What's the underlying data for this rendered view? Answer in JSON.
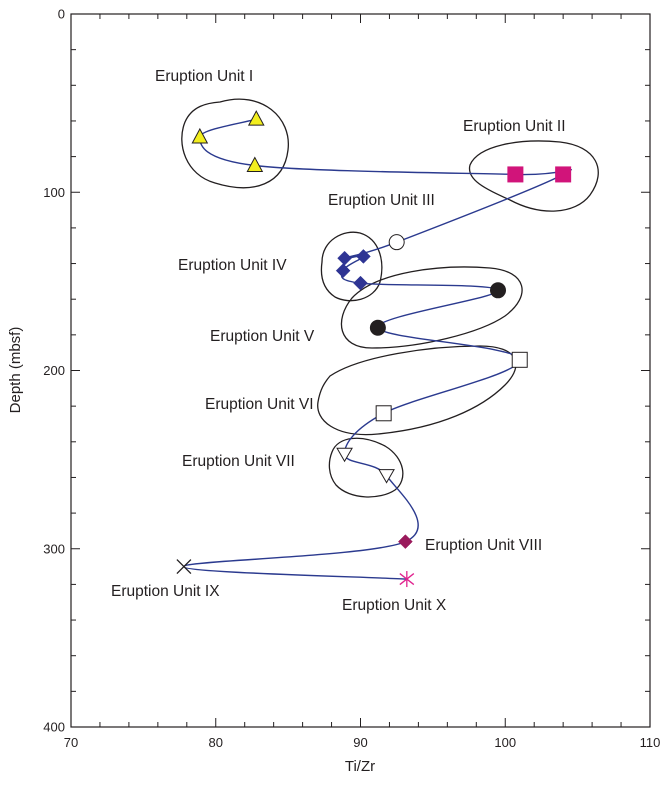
{
  "chart_data": {
    "type": "scatter",
    "xlabel": "Ti/Zr",
    "ylabel": "Depth (mbsf)",
    "xlim": [
      70,
      110
    ],
    "ylim": [
      0,
      400
    ],
    "y_inverted": true,
    "x_ticks": [
      "70",
      "80",
      "90",
      "100",
      "110"
    ],
    "y_ticks": [
      "0",
      "100",
      "200",
      "300",
      "400"
    ],
    "grid": false,
    "colors": {
      "line": "#2b3a8f",
      "yellow": "#f2ee1e",
      "magenta": "#d1147a",
      "blue": "#2e3494",
      "dark": "#231f20",
      "maroon": "#9a1a5c",
      "pink": "#e0228e"
    },
    "trace": [
      [
        82.8,
        59
      ],
      [
        78.9,
        69
      ],
      [
        82.7,
        85
      ],
      [
        100.7,
        90
      ],
      [
        104.0,
        90
      ],
      [
        92.5,
        128
      ],
      [
        88.9,
        137
      ],
      [
        90.2,
        136
      ],
      [
        88.8,
        144
      ],
      [
        90.0,
        151
      ],
      [
        99.5,
        155
      ],
      [
        91.2,
        176
      ],
      [
        101.0,
        194
      ],
      [
        91.6,
        224
      ],
      [
        88.9,
        247
      ],
      [
        91.8,
        259
      ],
      [
        93.1,
        296
      ],
      [
        77.8,
        310
      ],
      [
        93.2,
        317
      ]
    ],
    "units": [
      {
        "label": "Eruption Unit I",
        "points": [
          [
            82.8,
            59
          ],
          [
            78.9,
            69
          ],
          [
            82.7,
            85
          ]
        ],
        "marker": "triangle-up",
        "color": "yellow"
      },
      {
        "label": "Eruption Unit II",
        "points": [
          [
            100.7,
            90
          ],
          [
            104.0,
            90
          ]
        ],
        "marker": "square-filled",
        "color": "magenta"
      },
      {
        "label": "Eruption Unit III",
        "points": [
          [
            92.5,
            128
          ]
        ],
        "marker": "circle-open",
        "color": "dark"
      },
      {
        "label": "Eruption Unit IV",
        "points": [
          [
            88.9,
            137
          ],
          [
            90.2,
            136
          ],
          [
            88.8,
            144
          ],
          [
            90.0,
            151
          ]
        ],
        "marker": "diamond-filled",
        "color": "blue"
      },
      {
        "label": "Eruption Unit V",
        "points": [
          [
            99.5,
            155
          ],
          [
            91.2,
            176
          ]
        ],
        "marker": "circle-filled",
        "color": "dark"
      },
      {
        "label": "Eruption Unit VI",
        "points": [
          [
            101.0,
            194
          ],
          [
            91.6,
            224
          ]
        ],
        "marker": "square-open",
        "color": "dark"
      },
      {
        "label": "Eruption Unit VII",
        "points": [
          [
            88.9,
            247
          ],
          [
            91.8,
            259
          ]
        ],
        "marker": "triangle-down-open",
        "color": "dark"
      },
      {
        "label": "Eruption Unit VIII",
        "points": [
          [
            93.1,
            296
          ]
        ],
        "marker": "diamond-filled",
        "color": "maroon"
      },
      {
        "label": "Eruption Unit IX",
        "points": [
          [
            77.8,
            310
          ]
        ],
        "marker": "x",
        "color": "dark"
      },
      {
        "label": "Eruption Unit X",
        "points": [
          [
            93.2,
            317
          ]
        ],
        "marker": "asterisk",
        "color": "pink"
      }
    ]
  }
}
